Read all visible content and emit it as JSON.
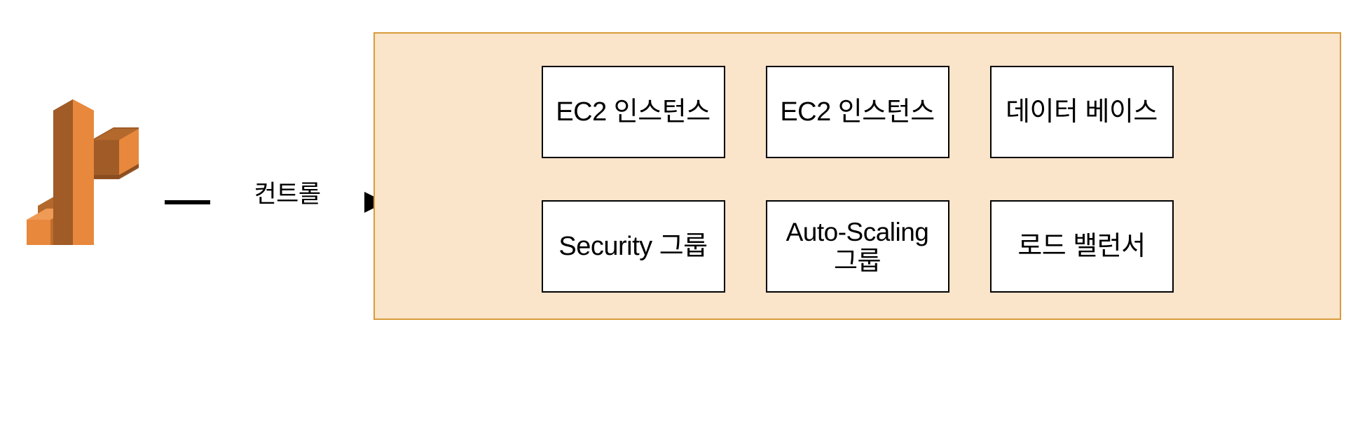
{
  "diagram": {
    "title": "AWS control diagram",
    "background_color": "#ffffff",
    "icon": {
      "name": "aws-service-3d-icon",
      "light_color": "#e8883c",
      "mid_color": "#e8883c",
      "dark_color": "#a05b27",
      "shade_color": "#b3692c"
    },
    "arrow": {
      "label": "컨트롤",
      "color": "#000000",
      "direction": "right"
    },
    "panel": {
      "fill_color": "#fae4ca",
      "border_color": "#d79b3a",
      "rows": [
        {
          "name": "panel-row-1",
          "boxes": [
            {
              "label": "EC2 인스턴스",
              "multiline": false
            },
            {
              "label": "EC2 인스턴스",
              "multiline": false
            },
            {
              "label": "데이터 베이스",
              "multiline": false
            }
          ]
        },
        {
          "name": "panel-row-2",
          "boxes": [
            {
              "label": "Security 그룹",
              "multiline": false
            },
            {
              "label": "Auto-Scaling\n그룹",
              "multiline": true
            },
            {
              "label": "로드 밸런서",
              "multiline": false
            }
          ]
        }
      ]
    }
  }
}
